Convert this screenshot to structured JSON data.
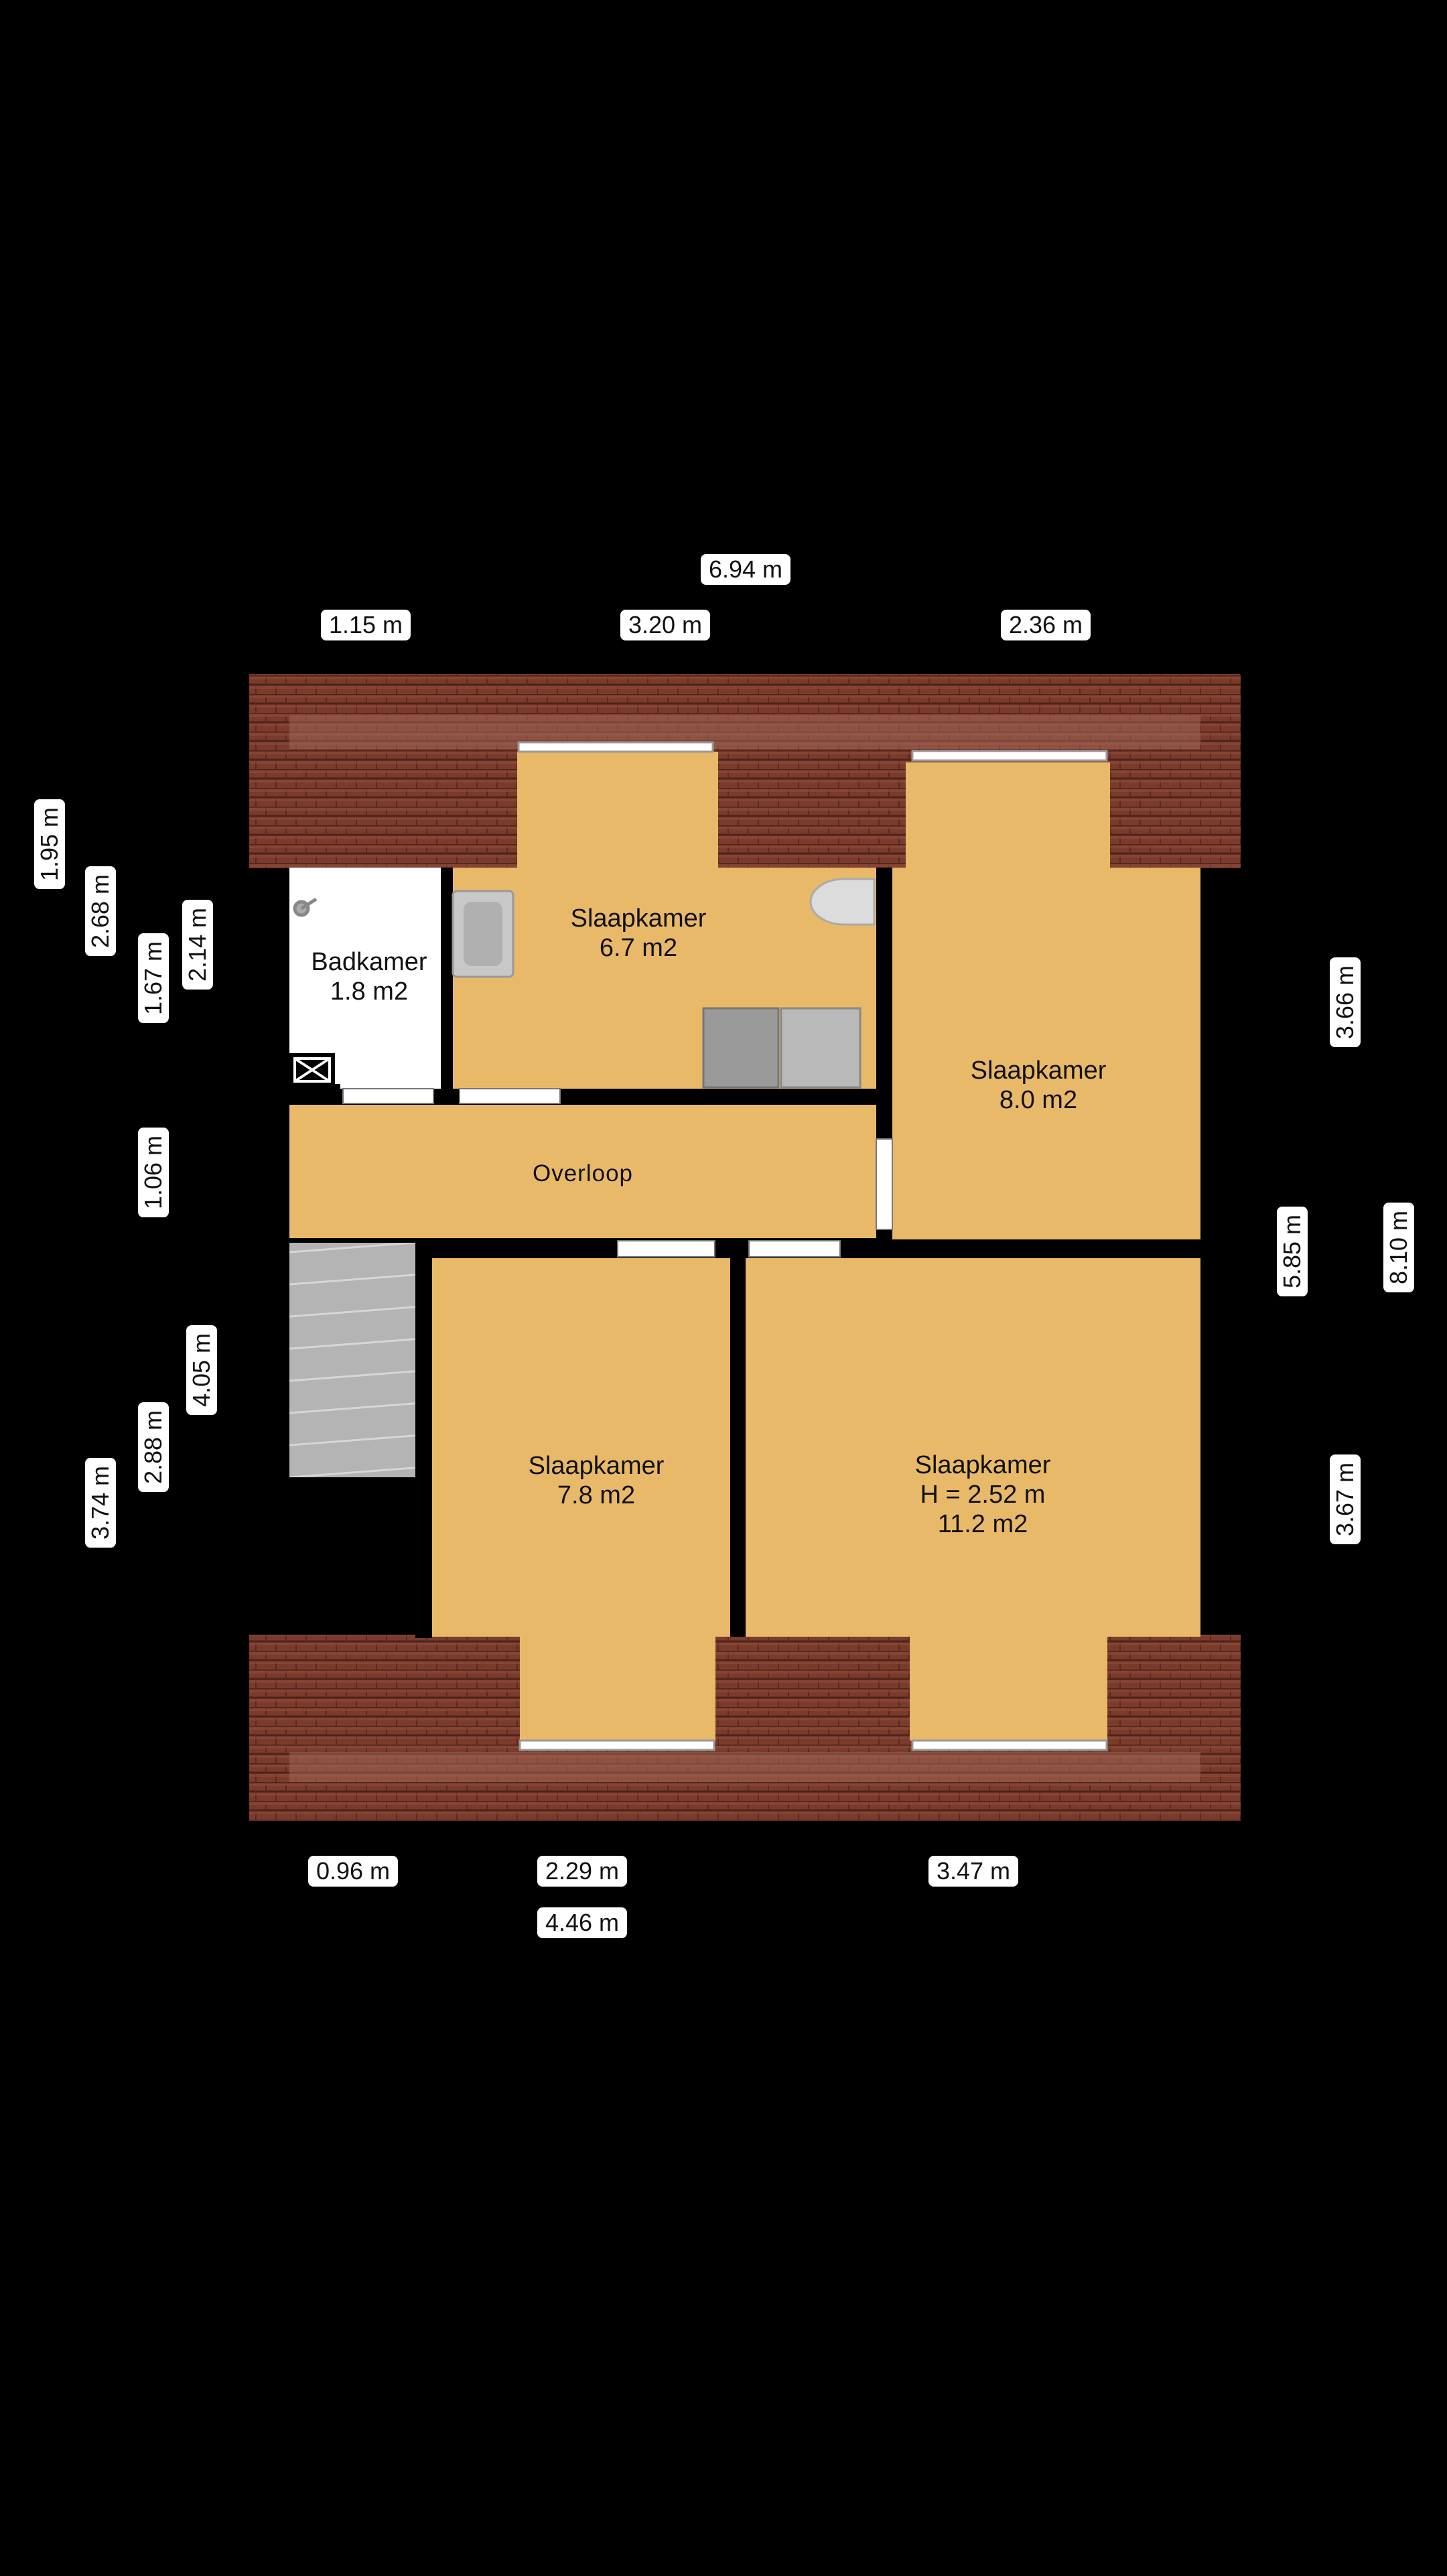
{
  "colors": {
    "background": "#000000",
    "floor": "#e9b96a",
    "wall": "#000000",
    "roof_tile": "#7a3b2c",
    "bathroom_floor": "#ffffff",
    "stairs": "#b9b9b9",
    "dimension_label_bg": "#ffffff"
  },
  "rooms": {
    "badkamer": {
      "name": "Badkamer",
      "area": "1.8 m2"
    },
    "slaapkamer_nw": {
      "name": "Slaapkamer",
      "area": "6.7 m2"
    },
    "slaapkamer_ne": {
      "name": "Slaapkamer",
      "area": "8.0 m2"
    },
    "overloop": {
      "name": "Overloop"
    },
    "slaapkamer_sw": {
      "name": "Slaapkamer",
      "area": "7.8 m2"
    },
    "slaapkamer_se": {
      "name": "Slaapkamer",
      "height": "H  = 2.52 m",
      "area": "11.2 m2"
    }
  },
  "dimensions": {
    "top_total": "6.94 m",
    "top_1": "1.15 m",
    "top_2": "3.20 m",
    "top_3": "2.36 m",
    "bottom_1": "0.96 m",
    "bottom_2": "2.29 m",
    "bottom_3": "3.47 m",
    "bottom_total": "4.46 m",
    "left_1": "1.95 m",
    "left_2": "2.68 m",
    "left_3": "1.67 m",
    "left_4": "2.14 m",
    "left_5": "1.06 m",
    "left_6": "4.05 m",
    "left_7": "2.88 m",
    "left_8": "3.74 m",
    "right_1": "3.66 m",
    "right_2": "5.85 m",
    "right_3": "8.10 m",
    "right_4": "3.67 m"
  }
}
